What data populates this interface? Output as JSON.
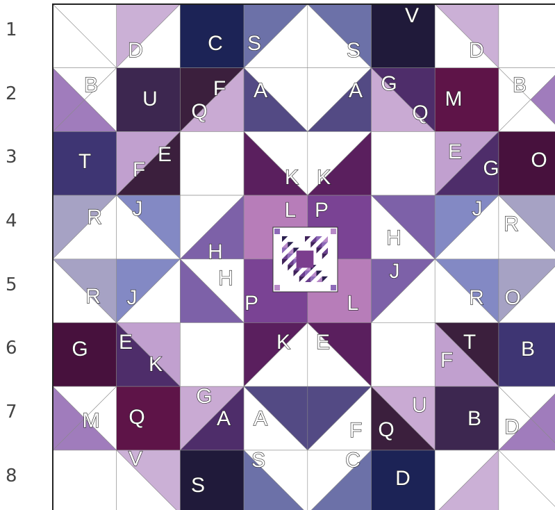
{
  "row_labels": [
    "1",
    "2",
    "3",
    "4",
    "5",
    "6",
    "7",
    "8"
  ],
  "colors": {
    "W": "#ffffff",
    "C": "#1c2356",
    "V": "#201a3a",
    "S": "#6c71a8",
    "D": "#cbb0d6",
    "B": "#a07cbc",
    "U": "#3d2750",
    "F": "#3b1f3d",
    "Q": "#c9aad3",
    "A": "#534a84",
    "G": "#4e2d6a",
    "M": "#5e1448",
    "T": "#3e3573",
    "E": "#c1a0cf",
    "O": "#47113d",
    "R": "#a6a2c4",
    "J": "#8389c4",
    "K": "#5a1f5e",
    "L": "#b77db9",
    "P": "#7a4394",
    "H": "#7d61a8"
  },
  "letter_labels": [
    "C",
    "S",
    "S",
    "V",
    "D",
    "D",
    "B",
    "U",
    "F",
    "Q",
    "A",
    "A",
    "G",
    "Q",
    "M",
    "B",
    "T",
    "F",
    "E",
    "K",
    "K",
    "E",
    "G",
    "O",
    "R",
    "J",
    "L",
    "P",
    "H",
    "J",
    "R",
    "R",
    "J",
    "H",
    "H",
    "P",
    "L",
    "J",
    "R",
    "O",
    "G",
    "E",
    "K",
    "K",
    "E",
    "F",
    "T",
    "B",
    "M",
    "Q",
    "G",
    "A",
    "A",
    "F",
    "Q",
    "U",
    "B",
    "D",
    "V",
    "S",
    "S",
    "C",
    "D"
  ]
}
